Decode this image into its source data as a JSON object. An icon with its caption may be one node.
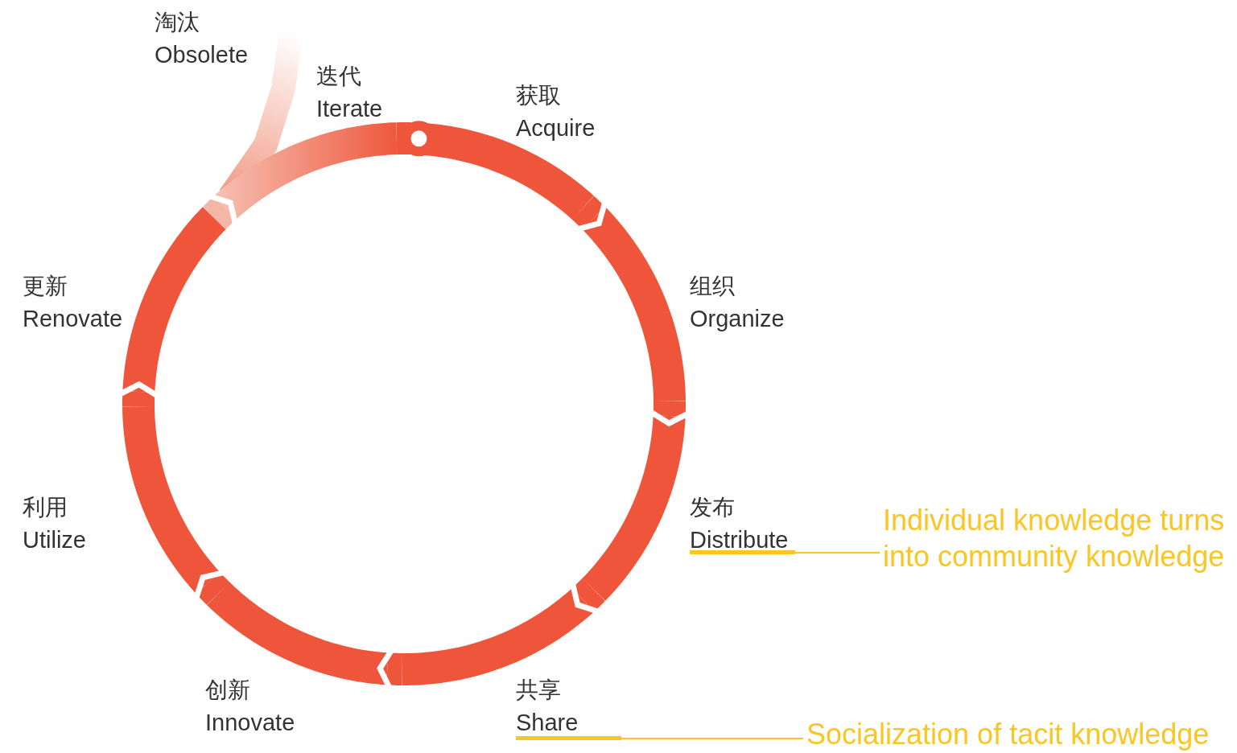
{
  "diagram": {
    "nodes": [
      {
        "text": [
          "迭代",
          "Iterate"
        ]
      },
      {
        "text": [
          "获取",
          "Acquire"
        ]
      },
      {
        "text": [
          "组织",
          "Organize"
        ]
      },
      {
        "text": [
          "发布",
          "Distribute"
        ]
      },
      {
        "text": [
          "共享",
          "Share"
        ]
      },
      {
        "text": [
          "创新",
          "Innovate"
        ]
      },
      {
        "text": [
          "利用",
          "Utilize"
        ]
      },
      {
        "text": [
          "更新",
          "Renovate"
        ]
      },
      {
        "text": [
          "Individual knowledge turns into community knowledge"
        ]
      },
      {
        "text": [
          "Socialization of tacit knowledge"
        ]
      }
    ],
    "edges": [
      {
        "from": 0,
        "to": 1,
        "arrow": "other"
      },
      {
        "from": 1,
        "to": 2,
        "arrow": "to"
      },
      {
        "from": 2,
        "to": 3,
        "arrow": "to"
      },
      {
        "from": 3,
        "to": 4,
        "arrow": "to"
      },
      {
        "from": 4,
        "to": 5,
        "arrow": "to"
      },
      {
        "from": 5,
        "to": 6,
        "arrow": "to"
      },
      {
        "from": 6,
        "to": 7,
        "arrow": "to"
      },
      {
        "from": 7,
        "to": 0,
        "arrow": "to",
        "color": "#f4b6a6"
      },
      {
        "from": 0,
        "to": null,
        "arrow": "none"
      },
      {
        "from": 8,
        "to": 3,
        "arrow": "none",
        "color": "#f9c623"
      },
      {
        "from": 9,
        "to": 4,
        "arrow": "none",
        "color": "#f9c623"
      }
    ],
    "labels": [
      "淘汰",
      "Obsolete"
    ]
  }
}
